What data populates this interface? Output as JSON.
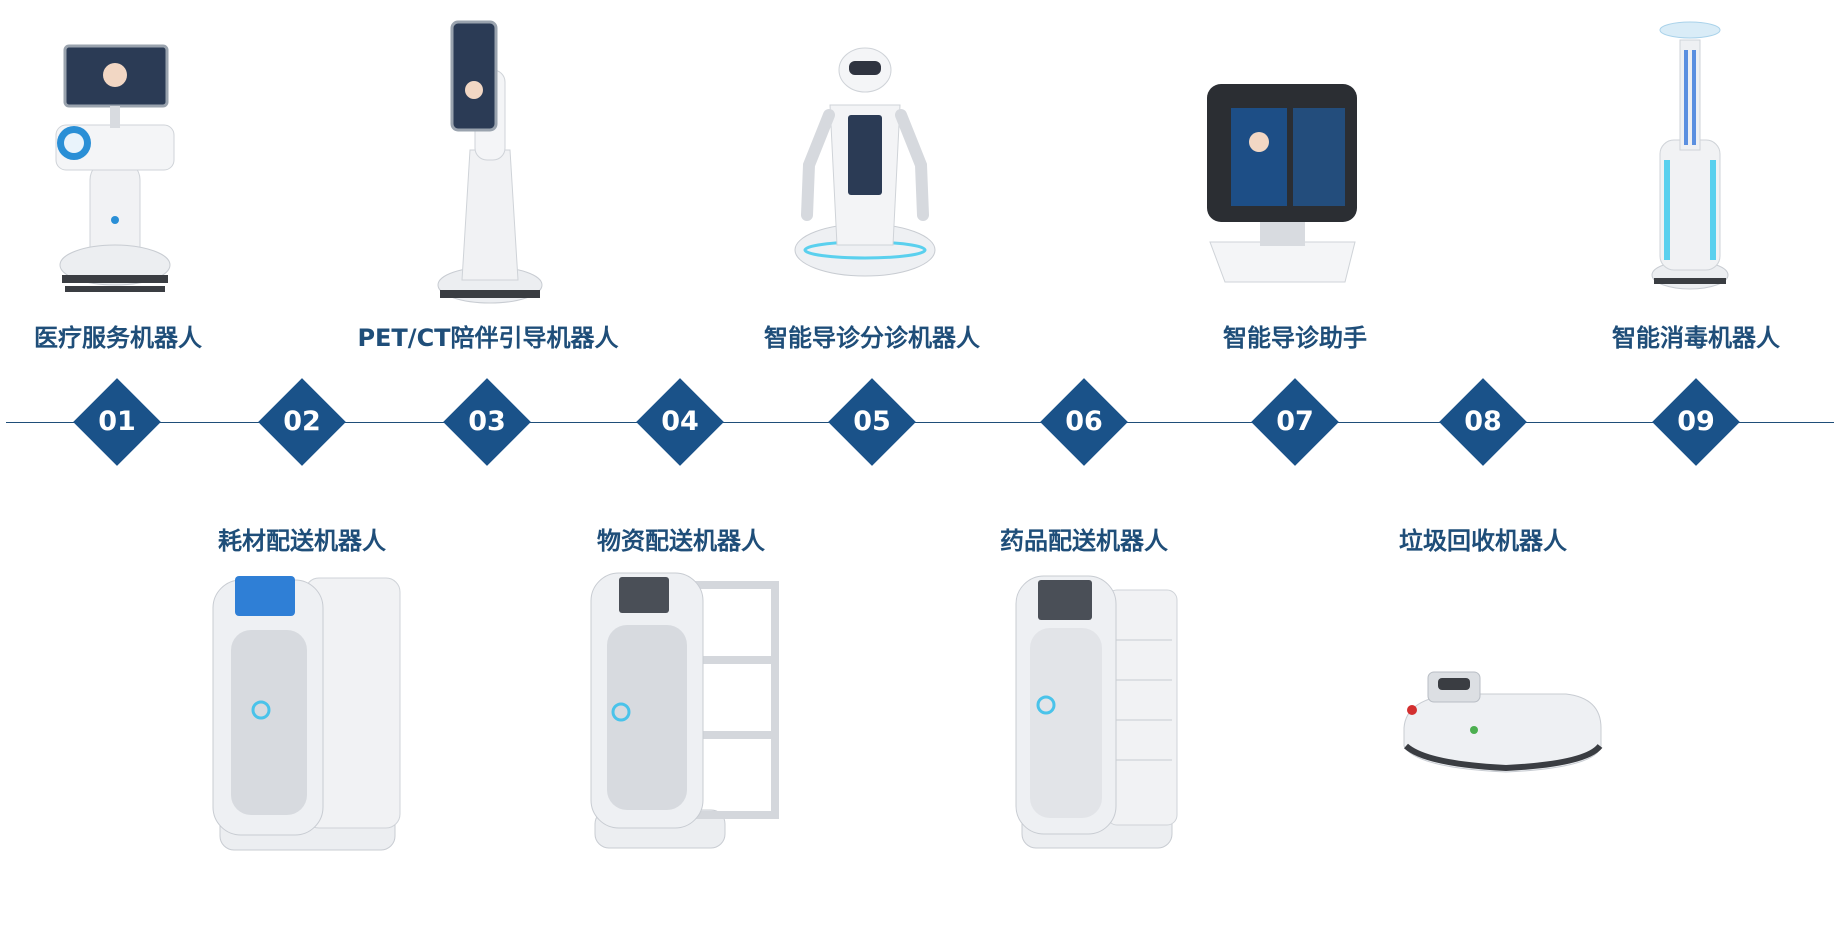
{
  "timeline": {
    "steps": [
      {
        "number": "01",
        "name": "医疗服务机器人"
      },
      {
        "number": "02",
        "name": "耗材配送机器人"
      },
      {
        "number": "03",
        "name": "PET/CT陪伴引导机器人"
      },
      {
        "number": "04",
        "name": "物资配送机器人"
      },
      {
        "number": "05",
        "name": "智能导诊分诊机器人"
      },
      {
        "number": "06",
        "name": "药品配送机器人"
      },
      {
        "number": "07",
        "name": "智能导诊助手"
      },
      {
        "number": "08",
        "name": "垃圾回收机器人"
      },
      {
        "number": "09",
        "name": "智能消毒机器人"
      }
    ]
  },
  "colors": {
    "accent": "#1a5289",
    "label_text": "#1f4e79",
    "background": "#ffffff"
  }
}
